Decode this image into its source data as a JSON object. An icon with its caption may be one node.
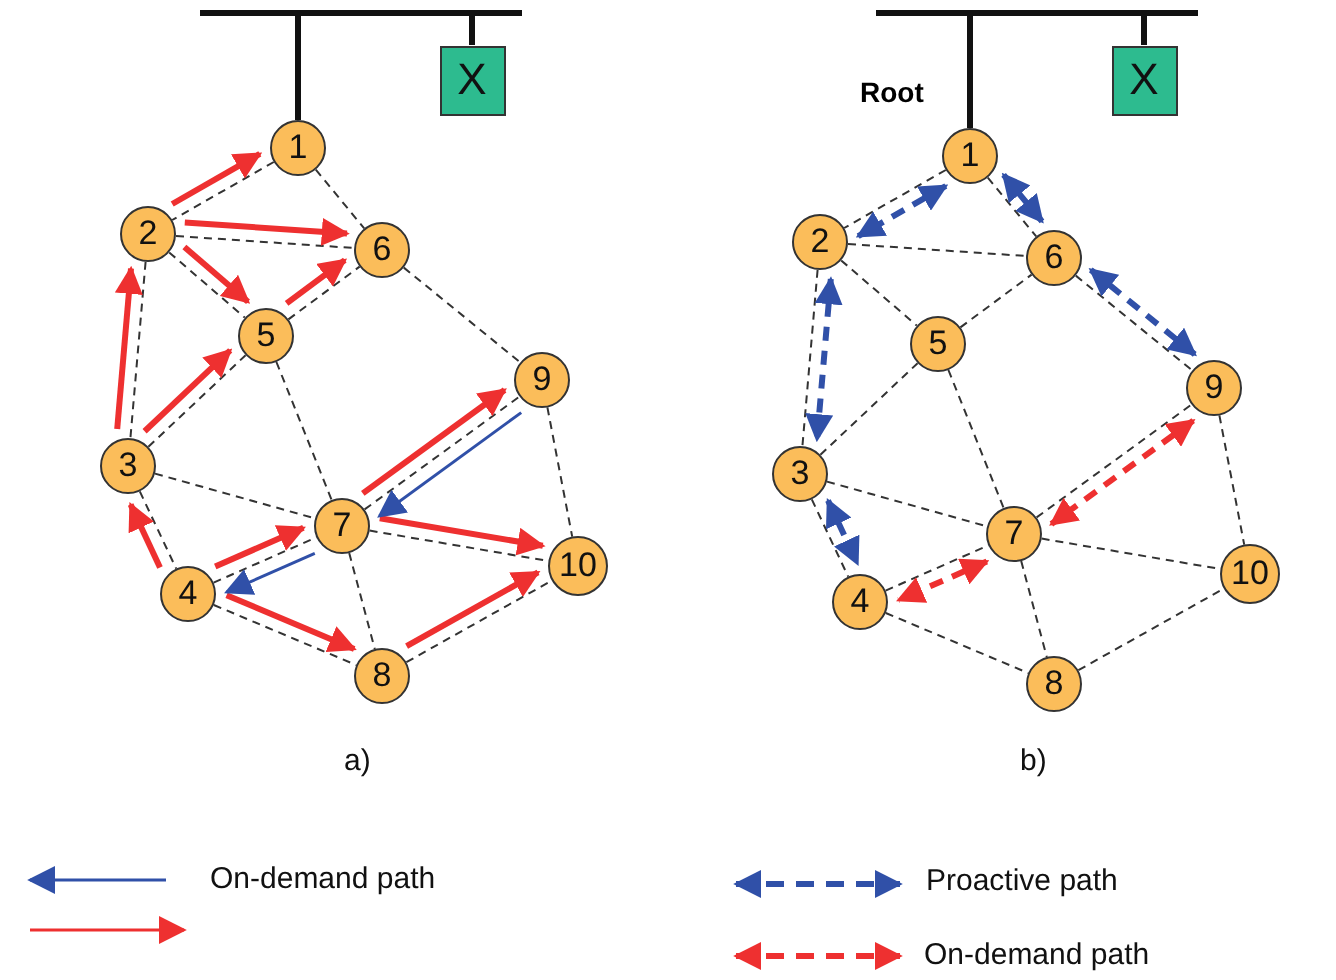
{
  "diagram": {
    "nodes": [
      {
        "text": [],
        "shape": "bar"
      },
      {
        "text": [
          "X"
        ]
      },
      {
        "text": [
          "1"
        ]
      },
      {
        "text": [
          "2"
        ]
      },
      {
        "text": [
          "3"
        ]
      },
      {
        "text": [
          "4"
        ]
      },
      {
        "text": [
          "5"
        ]
      },
      {
        "text": [
          "6"
        ]
      },
      {
        "text": [
          "7"
        ]
      },
      {
        "text": [
          "8"
        ]
      },
      {
        "text": [
          "9"
        ]
      },
      {
        "text": [
          "10"
        ]
      },
      {
        "text": [],
        "shape": "bar"
      },
      {
        "text": [
          "X"
        ]
      },
      {
        "text": [
          "1"
        ],
        "beside": [
          "Root"
        ]
      },
      {
        "text": [
          "2"
        ]
      },
      {
        "text": [
          "3"
        ]
      },
      {
        "text": [
          "4"
        ]
      },
      {
        "text": [
          "5"
        ]
      },
      {
        "text": [
          "6"
        ]
      },
      {
        "text": [
          "7"
        ]
      },
      {
        "text": [
          "8"
        ]
      },
      {
        "text": [
          "9"
        ]
      },
      {
        "text": [
          "10"
        ]
      }
    ],
    "edges": [
      {
        "from": 0,
        "to": 2,
        "arrow": "none",
        "style": "thick"
      },
      {
        "from": 0,
        "to": 1,
        "arrow": "none",
        "style": "thick"
      },
      {
        "from": 2,
        "to": 3,
        "arrow": "none",
        "style": "dashed"
      },
      {
        "from": 2,
        "to": 7,
        "arrow": "none",
        "style": "dashed"
      },
      {
        "from": 3,
        "to": 7,
        "arrow": "none",
        "style": "dashed"
      },
      {
        "from": 3,
        "to": 6,
        "arrow": "none",
        "style": "dashed"
      },
      {
        "from": 3,
        "to": 4,
        "arrow": "none",
        "style": "dashed"
      },
      {
        "from": 6,
        "to": 7,
        "arrow": "none",
        "style": "dashed"
      },
      {
        "from": 7,
        "to": 10,
        "arrow": "none",
        "style": "dashed"
      },
      {
        "from": 4,
        "to": 6,
        "arrow": "none",
        "style": "dashed"
      },
      {
        "from": 4,
        "to": 8,
        "arrow": "none",
        "style": "dashed"
      },
      {
        "from": 6,
        "to": 8,
        "arrow": "none",
        "style": "dashed"
      },
      {
        "from": 8,
        "to": 10,
        "arrow": "none",
        "style": "dashed"
      },
      {
        "from": 10,
        "to": 11,
        "arrow": "none",
        "style": "dashed"
      },
      {
        "from": 4,
        "to": 5,
        "arrow": "none",
        "style": "dashed"
      },
      {
        "from": 5,
        "to": 8,
        "arrow": "none",
        "style": "dashed"
      },
      {
        "from": 8,
        "to": 9,
        "arrow": "none",
        "style": "dashed"
      },
      {
        "from": 5,
        "to": 9,
        "arrow": "none",
        "style": "dashed"
      },
      {
        "from": 9,
        "to": 11,
        "arrow": "none",
        "style": "dashed"
      },
      {
        "from": 8,
        "to": 11,
        "arrow": "none",
        "style": "dashed"
      },
      {
        "from": 3,
        "to": 2,
        "arrow": "to",
        "style": "thick",
        "color": "#ee3030"
      },
      {
        "from": 3,
        "to": 7,
        "arrow": "to",
        "style": "thick",
        "color": "#ee3030"
      },
      {
        "from": 3,
        "to": 6,
        "arrow": "to",
        "style": "thick",
        "color": "#ee3030"
      },
      {
        "from": 6,
        "to": 7,
        "arrow": "to",
        "style": "thick",
        "color": "#ee3030"
      },
      {
        "from": 4,
        "to": 3,
        "arrow": "to",
        "style": "thick",
        "color": "#ee3030"
      },
      {
        "from": 4,
        "to": 6,
        "arrow": "to",
        "style": "thick",
        "color": "#ee3030"
      },
      {
        "from": 5,
        "to": 4,
        "arrow": "to",
        "style": "thick",
        "color": "#ee3030"
      },
      {
        "from": 5,
        "to": 8,
        "arrow": "to",
        "style": "thick",
        "color": "#ee3030"
      },
      {
        "from": 8,
        "to": 10,
        "arrow": "to",
        "style": "thick",
        "color": "#ee3030"
      },
      {
        "from": 8,
        "to": 11,
        "arrow": "to",
        "style": "thick",
        "color": "#ee3030"
      },
      {
        "from": 5,
        "to": 9,
        "arrow": "to",
        "style": "thick",
        "color": "#ee3030"
      },
      {
        "from": 9,
        "to": 11,
        "arrow": "to",
        "style": "thick",
        "color": "#ee3030"
      },
      {
        "from": 10,
        "to": 8,
        "arrow": "to",
        "color": "#3050a8"
      },
      {
        "from": 8,
        "to": 5,
        "arrow": "to",
        "color": "#3050a8"
      },
      {
        "from": 12,
        "to": 14,
        "arrow": "none",
        "style": "thick"
      },
      {
        "from": 12,
        "to": 13,
        "arrow": "none",
        "style": "thick"
      },
      {
        "from": 14,
        "to": 15,
        "arrow": "none",
        "style": "dashed"
      },
      {
        "from": 14,
        "to": 19,
        "arrow": "none",
        "style": "dashed"
      },
      {
        "from": 15,
        "to": 19,
        "arrow": "none",
        "style": "dashed"
      },
      {
        "from": 15,
        "to": 18,
        "arrow": "none",
        "style": "dashed"
      },
      {
        "from": 15,
        "to": 16,
        "arrow": "none",
        "style": "dashed"
      },
      {
        "from": 18,
        "to": 19,
        "arrow": "none",
        "style": "dashed"
      },
      {
        "from": 19,
        "to": 22,
        "arrow": "none",
        "style": "dashed"
      },
      {
        "from": 16,
        "to": 18,
        "arrow": "none",
        "style": "dashed"
      },
      {
        "from": 16,
        "to": 20,
        "arrow": "none",
        "style": "dashed"
      },
      {
        "from": 18,
        "to": 20,
        "arrow": "none",
        "style": "dashed"
      },
      {
        "from": 20,
        "to": 22,
        "arrow": "none",
        "style": "dashed"
      },
      {
        "from": 22,
        "to": 23,
        "arrow": "none",
        "style": "dashed"
      },
      {
        "from": 16,
        "to": 17,
        "arrow": "none",
        "style": "dashed"
      },
      {
        "from": 17,
        "to": 20,
        "arrow": "none",
        "style": "dashed"
      },
      {
        "from": 20,
        "to": 21,
        "arrow": "none",
        "style": "dashed"
      },
      {
        "from": 17,
        "to": 21,
        "arrow": "none",
        "style": "dashed"
      },
      {
        "from": 21,
        "to": 23,
        "arrow": "none",
        "style": "dashed"
      },
      {
        "from": 20,
        "to": 23,
        "arrow": "none",
        "style": "dashed"
      },
      {
        "from": 14,
        "to": 15,
        "arrow": "both",
        "style": "dashed",
        "color": "#3050a8"
      },
      {
        "from": 14,
        "to": 19,
        "arrow": "both",
        "style": "dashed",
        "color": "#3050a8"
      },
      {
        "from": 19,
        "to": 22,
        "arrow": "both",
        "style": "dashed",
        "color": "#3050a8"
      },
      {
        "from": 15,
        "to": 16,
        "arrow": "both",
        "style": "dashed",
        "color": "#3050a8"
      },
      {
        "from": 16,
        "to": 17,
        "arrow": "both",
        "style": "dashed",
        "color": "#3050a8"
      },
      {
        "from": 22,
        "to": 20,
        "arrow": "both",
        "style": "dashed",
        "color": "#ee3030"
      },
      {
        "from": 20,
        "to": 17,
        "arrow": "both",
        "style": "dashed",
        "color": "#ee3030"
      }
    ],
    "labels": [
      "a)",
      "b)"
    ],
    "legend": [
      {
        "text": "On-demand path"
      },
      {
        "text": "Proactive path"
      },
      {
        "text": "On-demand path"
      }
    ]
  }
}
